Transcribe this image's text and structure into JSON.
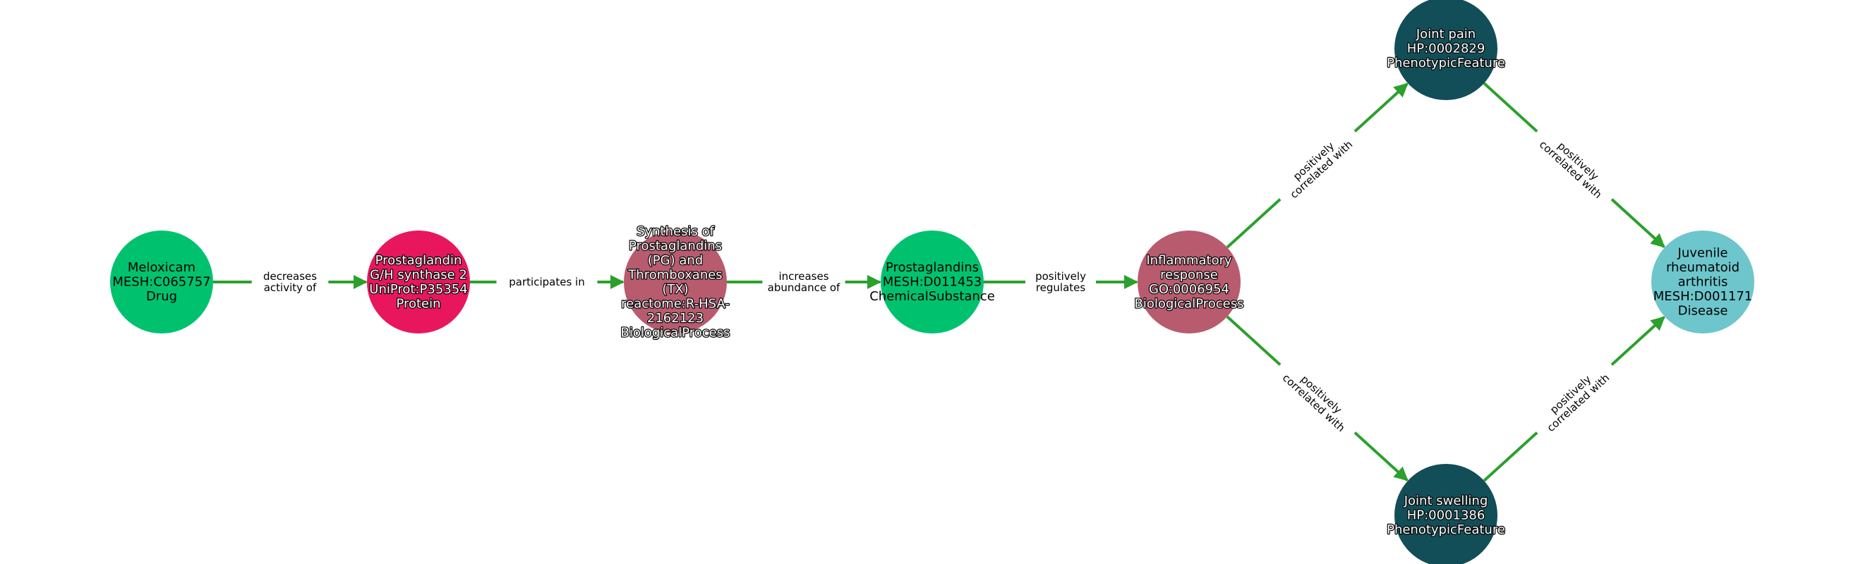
{
  "nodes": [
    {
      "id": "meloxicam",
      "lines": [
        "Meloxicam",
        "MESH:C065757",
        "Drug"
      ],
      "color": "#00c26e",
      "text": "dark"
    },
    {
      "id": "pghs2",
      "lines": [
        "Prostaglandin",
        "G/H synthase 2",
        "UniProt:P35354",
        "Protein"
      ],
      "color": "#e8175d",
      "text": "light"
    },
    {
      "id": "synthesis",
      "lines": [
        "Synthesis of",
        "Prostaglandins",
        "(PG) and",
        "Thromboxanes",
        "(TX)",
        "reactome:R-HSA-",
        "2162123",
        "BiologicalProcess"
      ],
      "color": "#b85b6f",
      "text": "light"
    },
    {
      "id": "prostaglandins",
      "lines": [
        "Prostaglandins",
        "MESH:D011453",
        "ChemicalSubstance"
      ],
      "color": "#00c26e",
      "text": "dark"
    },
    {
      "id": "inflammatory",
      "lines": [
        "Inflammatory",
        "response",
        "GO:0006954",
        "BiologicalProcess"
      ],
      "color": "#b85b6f",
      "text": "light"
    },
    {
      "id": "joint_pain",
      "lines": [
        "Joint pain",
        "HP:0002829",
        "PhenotypicFeature"
      ],
      "color": "#124e58",
      "text": "light"
    },
    {
      "id": "joint_swelling",
      "lines": [
        "Joint swelling",
        "HP:0001386",
        "PhenotypicFeature"
      ],
      "color": "#124e58",
      "text": "light"
    },
    {
      "id": "jra",
      "lines": [
        "Juvenile",
        "rheumatoid",
        "arthritis",
        "MESH:D001171",
        "Disease"
      ],
      "color": "#6dc6cc",
      "text": "dark"
    }
  ],
  "edges": [
    {
      "from": "meloxicam",
      "to": "pghs2",
      "label": [
        "decreases",
        "activity of"
      ]
    },
    {
      "from": "pghs2",
      "to": "synthesis",
      "label": [
        "participates in"
      ]
    },
    {
      "from": "synthesis",
      "to": "prostaglandins",
      "label": [
        "increases",
        "abundance of"
      ]
    },
    {
      "from": "prostaglandins",
      "to": "inflammatory",
      "label": [
        "positively",
        "regulates"
      ]
    },
    {
      "from": "inflammatory",
      "to": "joint_pain",
      "label": [
        "positively",
        "correlated with"
      ]
    },
    {
      "from": "inflammatory",
      "to": "joint_swelling",
      "label": [
        "positively",
        "correlated with"
      ]
    },
    {
      "from": "joint_pain",
      "to": "jra",
      "label": [
        "positively",
        "correlated with"
      ]
    },
    {
      "from": "joint_swelling",
      "to": "jra",
      "label": [
        "positively",
        "correlated with"
      ]
    }
  ],
  "edge_color": "#2ca02c"
}
